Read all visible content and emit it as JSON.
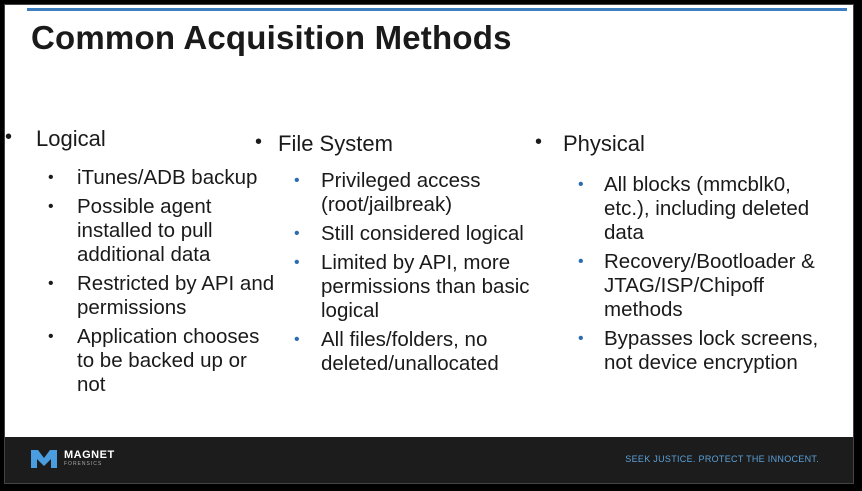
{
  "slide": {
    "title": "Common Acquisition Methods",
    "columns": [
      {
        "heading": "Logical",
        "items": [
          "iTunes/ADB backup",
          "Possible agent installed to pull additional data",
          "Restricted by API and permissions",
          "Application chooses to be backed up or not"
        ]
      },
      {
        "heading": "File System",
        "items": [
          "Privileged access (root/jailbreak)",
          "Still considered logical",
          "Limited by API, more permissions than basic logical",
          "All files/folders, no deleted/unallocated"
        ]
      },
      {
        "heading": "Physical",
        "items": [
          "All blocks (mmcblk0, etc.), including deleted data",
          "Recovery/Bootloader & JTAG/ISP/Chipoff methods",
          "Bypasses lock screens, not device encryption"
        ]
      }
    ]
  },
  "footer": {
    "logo_text": "MAGNET",
    "logo_subtext": "FORENSICS",
    "tagline": "SEEK JUSTICE. PROTECT THE INNOCENT."
  },
  "colors": {
    "accent": "#3a7ec0",
    "bullet_blue": "#2b6cb0",
    "footer_bg": "#1c1c1c",
    "tagline": "#5aa0d8"
  }
}
